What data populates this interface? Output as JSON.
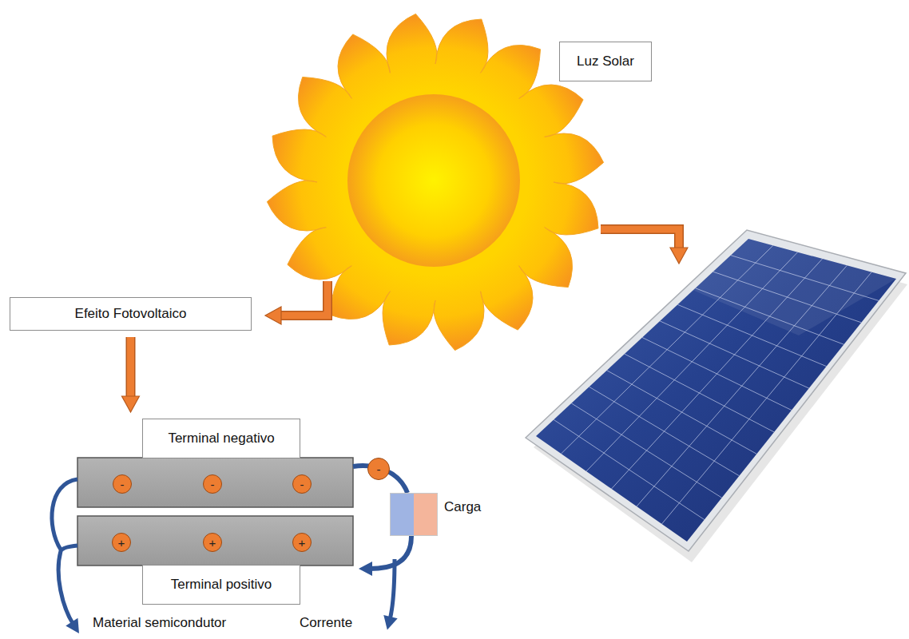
{
  "diagram": {
    "nodes": [
      {
        "text": [
          "Luz Solar"
        ]
      },
      {
        "text": [
          "Efeito Fotovoltaico"
        ]
      },
      {
        "text": [
          "Terminal negativo"
        ]
      },
      {
        "text": [
          "-"
        ]
      },
      {
        "text": [
          "-"
        ]
      },
      {
        "text": [
          "-"
        ]
      },
      {
        "text": [
          "-"
        ]
      },
      {
        "text": [
          "Carga"
        ]
      },
      {
        "text": [
          "+"
        ]
      },
      {
        "text": [
          "+"
        ]
      },
      {
        "text": [
          "+"
        ]
      },
      {
        "text": [
          "Terminal positivo"
        ]
      }
    ],
    "edges": [
      {
        "from": 1,
        "to": 2,
        "arrow": "to"
      }
    ],
    "labels": [
      "Material semicondutor",
      "Corrente"
    ]
  }
}
